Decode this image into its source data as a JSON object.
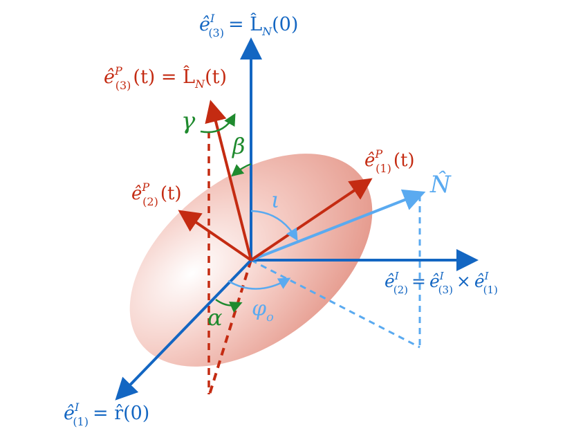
{
  "colors": {
    "inertial_blue": "#1366c2",
    "precessing_red": "#c42b12",
    "los_light_blue": "#5aaaf0",
    "angle_green": "#1f8a2e",
    "disc_pink": "#e58e7e"
  },
  "labels": {
    "e3I": {
      "base": "ê",
      "sup": "I",
      "sub": "(3)",
      "rhs": "= L̂",
      "rhs_sub": "N",
      "rhs_tail": "(0)"
    },
    "e1I": {
      "base": "ê",
      "sup": "I",
      "sub": "(1)",
      "rhs": "= r̂(0)"
    },
    "e2I": {
      "base": "ê",
      "sup": "I",
      "sub": "(2)",
      "eq": "=",
      "b2": "ê",
      "sup2": "I",
      "sub2": "(3)",
      "times": "×",
      "b3": "ê",
      "sup3": "I",
      "sub3": "(1)"
    },
    "e3P": {
      "base": "ê",
      "sup": "P",
      "sub": "(3)",
      "tail": "(t) = L̂",
      "rhs_sub": "N",
      "rhs_tail": "(t)"
    },
    "e1P": {
      "base": "ê",
      "sup": "P",
      "sub": "(1)",
      "tail": "(t)"
    },
    "e2P": {
      "base": "ê",
      "sup": "P",
      "sub": "(2)",
      "tail": "(t)"
    },
    "N": "N̂",
    "alpha": "α",
    "beta": "β",
    "gamma": "γ",
    "iota": "ι",
    "phi": "φ",
    "phi_sub": "o"
  }
}
